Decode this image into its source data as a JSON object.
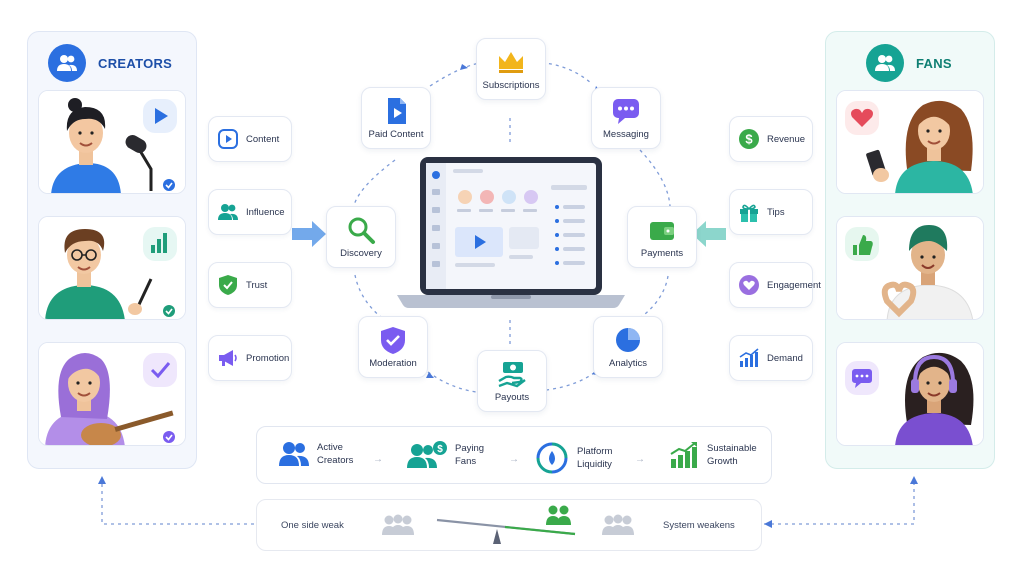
{
  "creators": {
    "title": "CREATORS",
    "chips": [
      "Content",
      "Influence",
      "Trust",
      "Promotion"
    ]
  },
  "fans": {
    "title": "FANS",
    "chips": [
      "Revenue",
      "Tips",
      "Engagement",
      "Demand"
    ]
  },
  "center_nodes": {
    "subscriptions": "Subscriptions",
    "paid_content": "Paid Content",
    "messaging": "Messaging",
    "discovery": "Discovery",
    "payments": "Payments",
    "moderation": "Moderation",
    "analytics": "Analytics",
    "payouts": "Payouts"
  },
  "flow": {
    "steps": [
      {
        "line1": "Active",
        "line2": "Creators"
      },
      {
        "line1": "Paying",
        "line2": "Fans"
      },
      {
        "line1": "Platform",
        "line2": "Liquidity"
      },
      {
        "line1": "Sustainable",
        "line2": "Growth"
      }
    ]
  },
  "balance": {
    "left": "One side weak",
    "right": "System weakens"
  },
  "colors": {
    "creator_blue": "#2b6fe0",
    "fan_teal": "#16a394",
    "accent_purple": "#7a5cf0",
    "accent_green": "#3aaa4a",
    "gold": "#f2b51c"
  }
}
